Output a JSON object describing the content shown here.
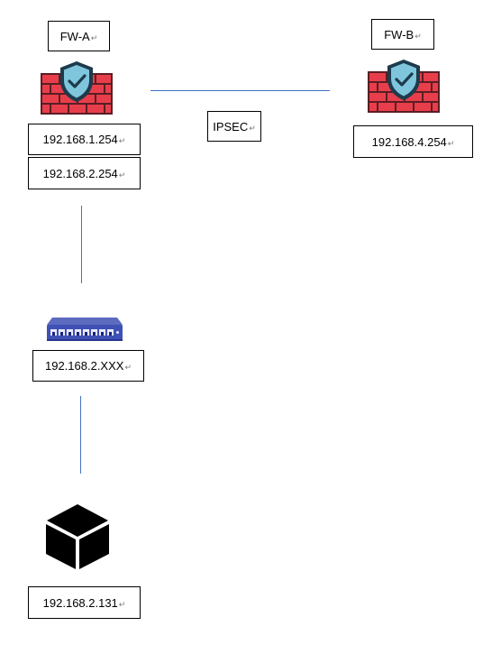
{
  "paragraph_mark": "↵",
  "nodes": {
    "fw_a": {
      "label": "FW-A",
      "addresses": [
        "192.168.1.254",
        "192.168.2.254"
      ]
    },
    "fw_b": {
      "label": "FW-B",
      "addresses": [
        "192.168.4.254"
      ]
    },
    "switch": {
      "addresses": [
        "192.168.2.XXX"
      ]
    },
    "host": {
      "addresses": [
        "192.168.2.131"
      ]
    }
  },
  "links": {
    "vpn": {
      "label": "IPSEC"
    }
  },
  "colors": {
    "link": "#4472c4",
    "firewall_brick": "#e83e4b",
    "firewall_mortar": "#5a1e24",
    "shield": "#7fc6dc",
    "shield_outline": "#1d3b4d",
    "switch_body": "#3f51b5",
    "host_box": "#000000"
  },
  "icons": {
    "fw_a": "firewall-shield-icon",
    "fw_b": "firewall-shield-icon",
    "switch": "network-switch-icon",
    "host": "cube-box-icon"
  }
}
